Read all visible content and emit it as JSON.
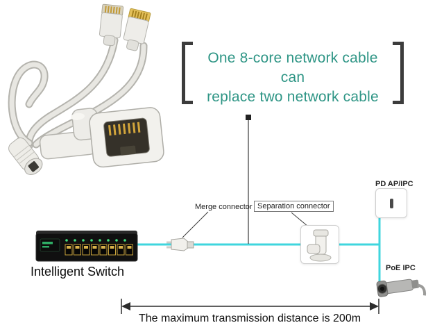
{
  "headline": {
    "line1": "One 8-core network cable can",
    "line2": "replace two network cable"
  },
  "labels": {
    "merge_connector": "Merge connector",
    "separation_connector": "Separation connector",
    "intelligent_switch": "Intelligent Switch",
    "pd_device": "PD AP/IPC",
    "poe_camera": "PoE IPC",
    "max_distance": "The maximum transmission distance is 200m"
  },
  "icons": {
    "splitter_cable": "poe-splitter-cable-photo",
    "t_coupler": "rj45-t-coupler-photo",
    "switch": "network-switch-icon",
    "merge_connector": "merge-connector-icon",
    "separation_connector": "separation-connector-icon",
    "pd_device": "pd-device-box-icon",
    "poe_camera": "bullet-camera-icon",
    "dimension": "distance-arrow-icon"
  },
  "colors": {
    "headline_text": "#2e9585",
    "bracket": "#3c3c3c",
    "cable": "#3fd6de",
    "diagram_line": "#3a3a3a",
    "label_text": "#222222"
  }
}
